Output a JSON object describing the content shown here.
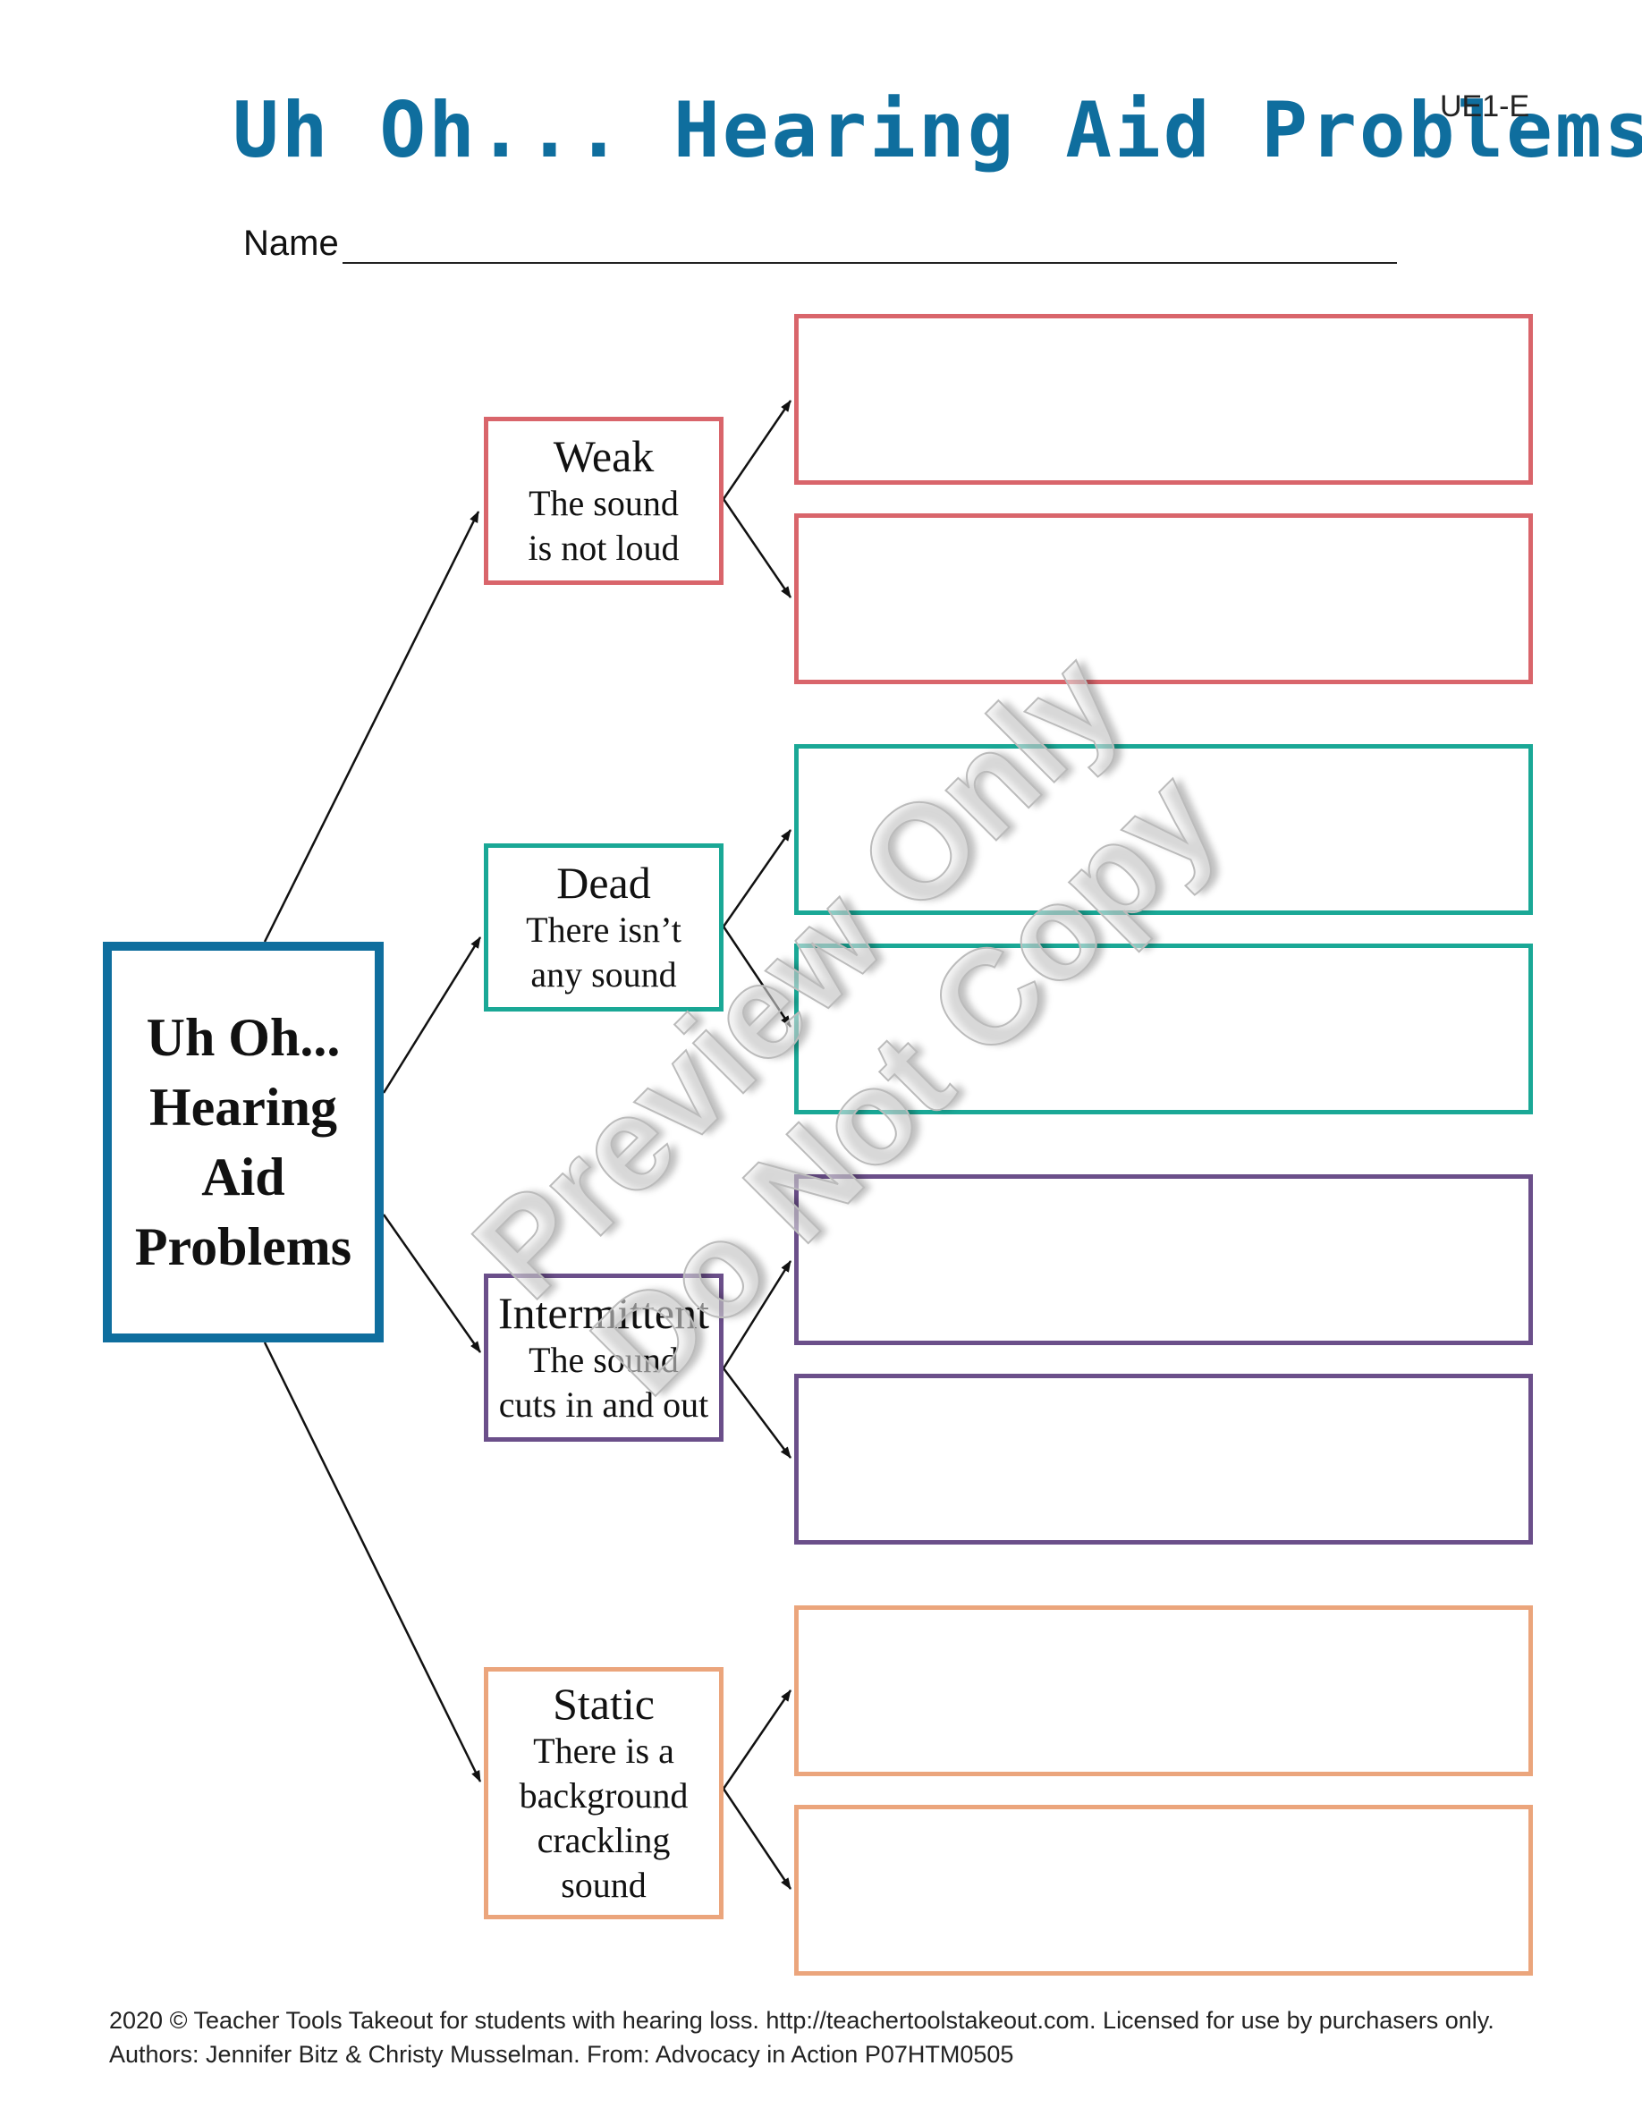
{
  "header": {
    "title": "Uh Oh... Hearing Aid Problems",
    "code": "UE1-E",
    "name_label": "Name"
  },
  "main": {
    "lines": [
      "Uh Oh...",
      "Hearing",
      "Aid",
      "Problems"
    ],
    "color": "#0f6e9e"
  },
  "categories": [
    {
      "title": "Weak",
      "desc": [
        "The sound",
        "is not loud"
      ],
      "color": "#d9656b"
    },
    {
      "title": "Dead",
      "desc": [
        "There isn’t",
        "any sound"
      ],
      "color": "#1aa896"
    },
    {
      "title": "Intermittent",
      "desc": [
        "The sound",
        "cuts in and out"
      ],
      "color": "#6b4f8a"
    },
    {
      "title": "Static",
      "desc": [
        "There is a",
        "background",
        "crackling",
        "sound"
      ],
      "color": "#eba57c"
    }
  ],
  "watermark": [
    "Preview Only",
    "Do Not Copy"
  ],
  "footer": {
    "line1": "2020 © Teacher Tools Takeout for students with hearing loss. http://teachertoolstakeout.com. Licensed for use by purchasers only.",
    "line2": "Authors: Jennifer Bitz & Christy Musselman. From: Advocacy in Action P07HTM0505"
  }
}
